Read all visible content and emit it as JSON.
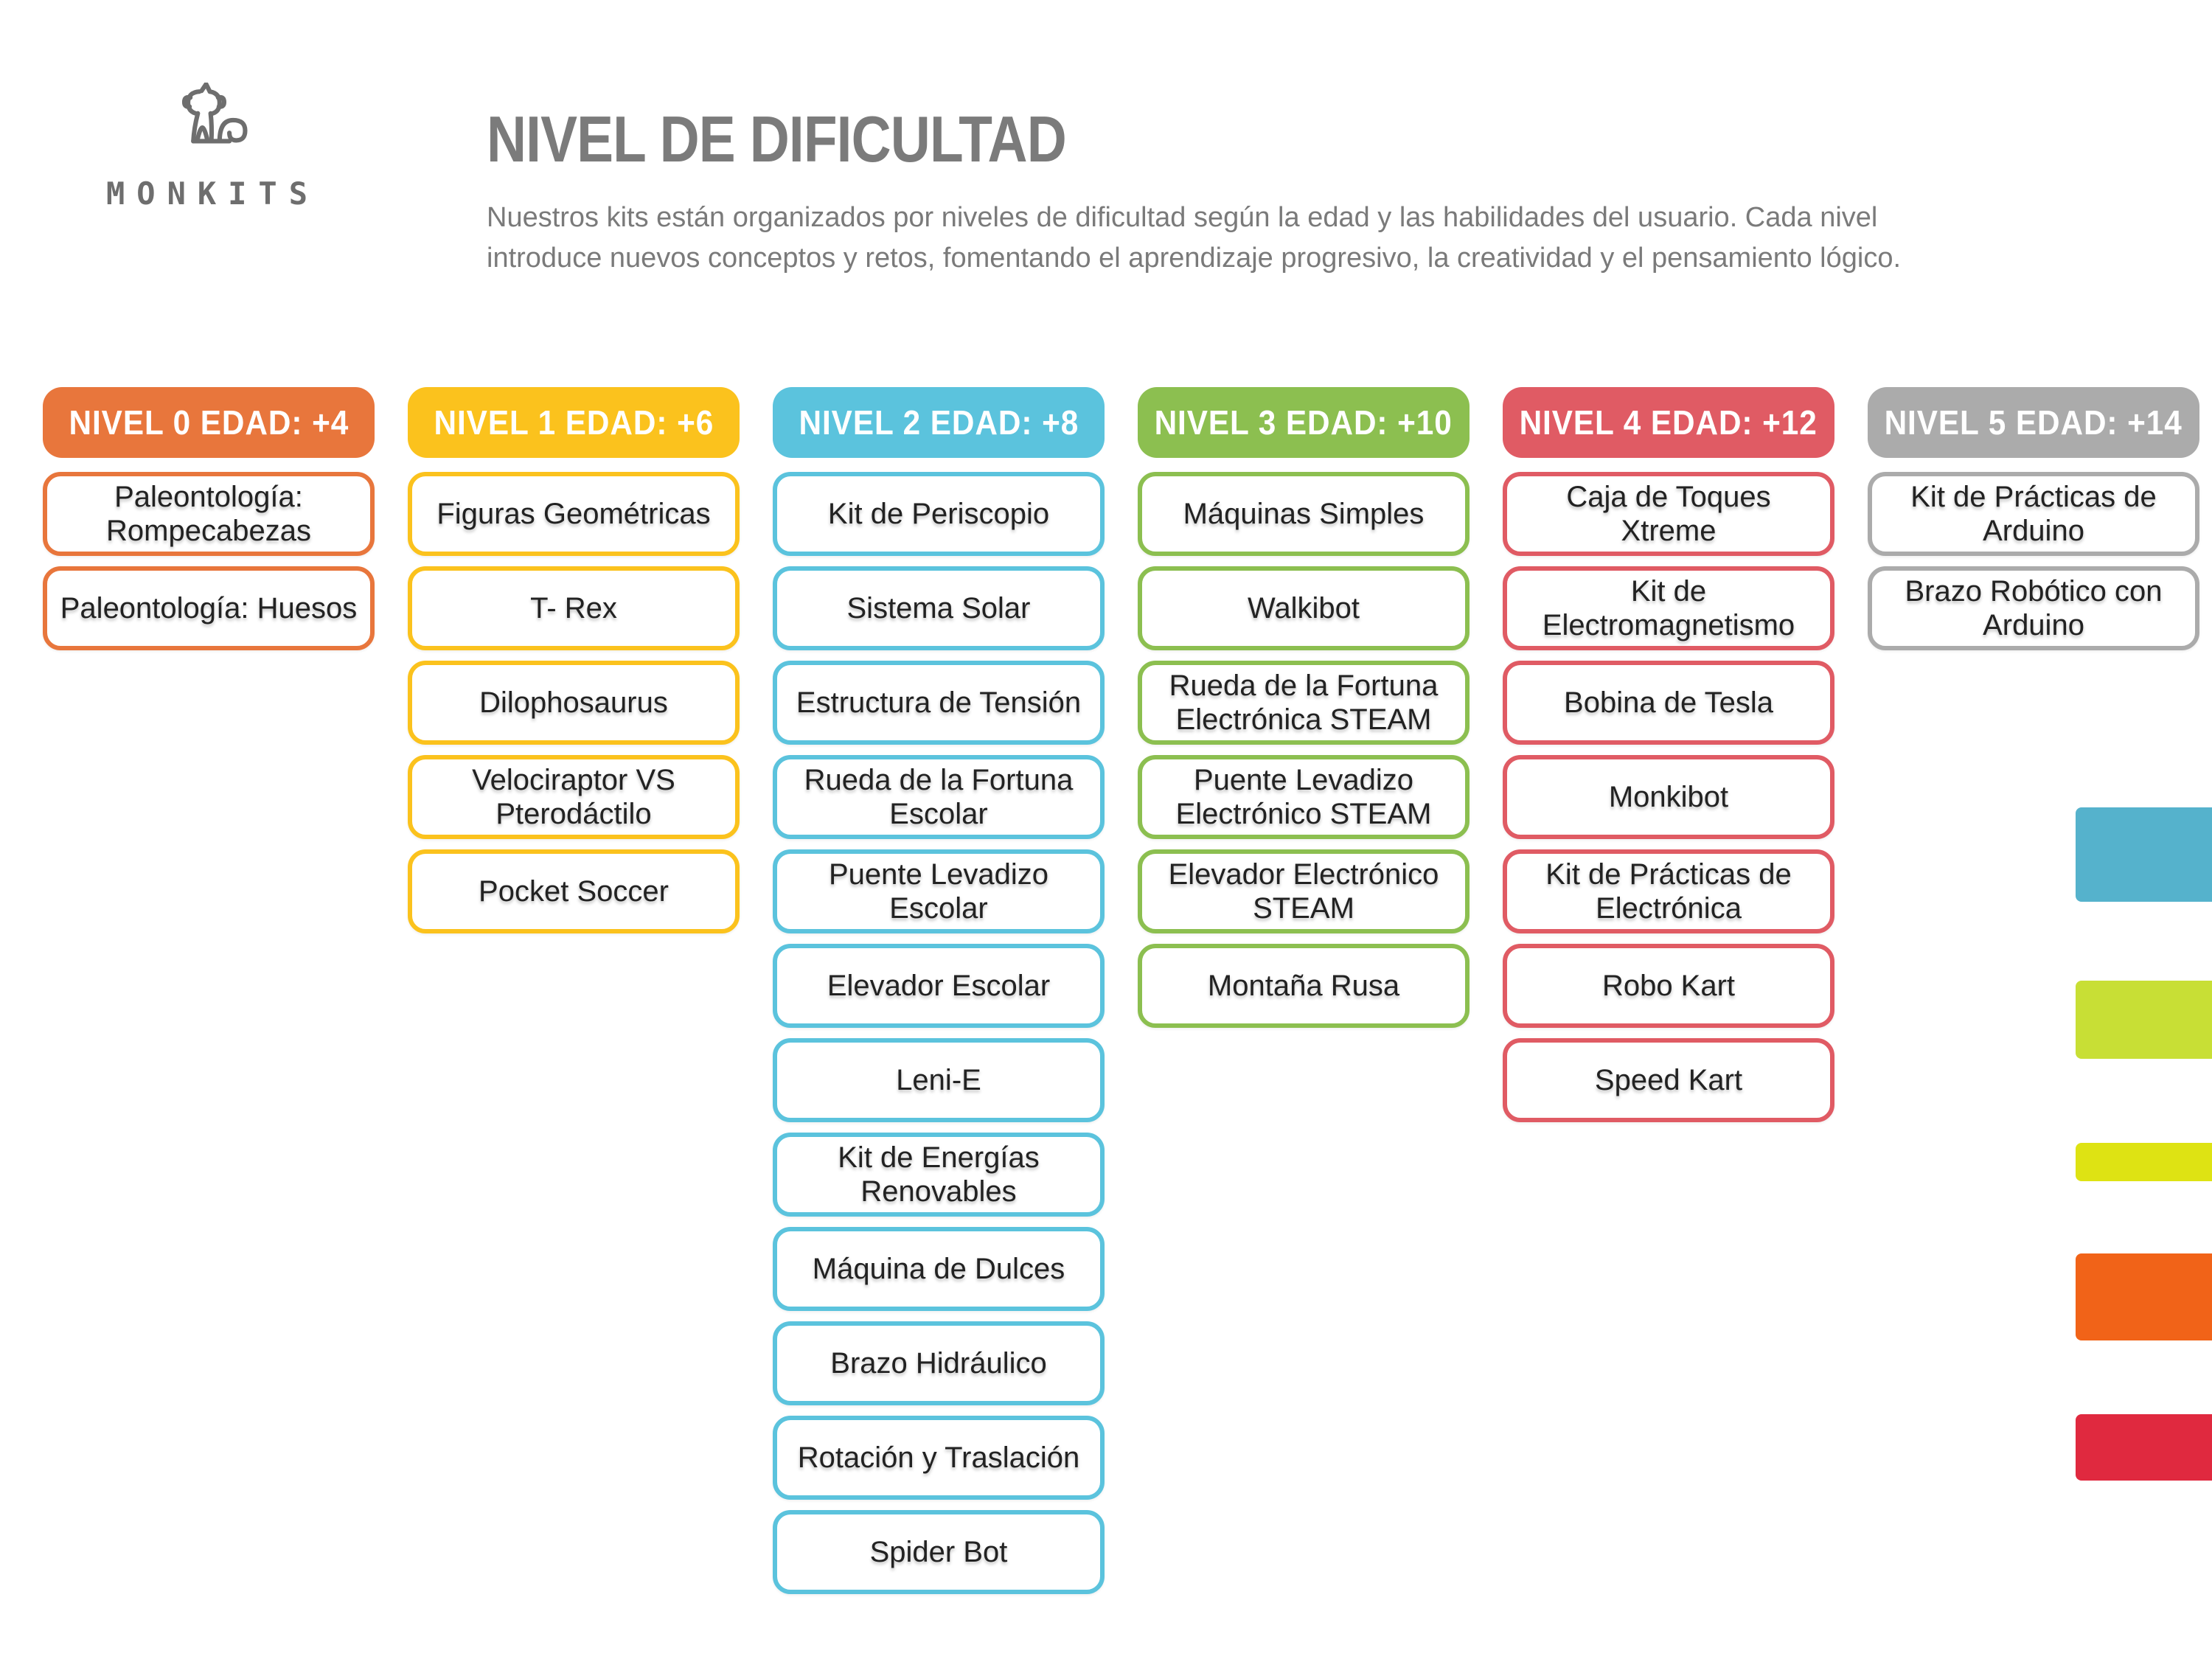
{
  "brand": {
    "wordmark": "MONKITS",
    "logo_icon": "monkey-icon",
    "color": "#6E6E6E"
  },
  "intro": {
    "title": "NIVEL DE DIFICULTAD",
    "description": "Nuestros kits están organizados por niveles de dificultad según la edad y las habilidades del usuario. Cada nivel introduce nuevos conceptos y retos, fomentando el aprendizaje progresivo, la creatividad y el pensamiento lógico."
  },
  "columns": [
    {
      "label": "NIVEL 0 EDAD: +4",
      "color": "#E8763C",
      "items": [
        "Paleontología: Rompecabezas",
        "Paleontología: Huesos"
      ]
    },
    {
      "label": "NIVEL 1 EDAD: +6",
      "color": "#FBC21D",
      "items": [
        "Figuras Geométricas",
        "T- Rex",
        "Dilophosaurus",
        "Velociraptor VS Pterodáctilo",
        "Pocket Soccer"
      ]
    },
    {
      "label": "NIVEL 2 EDAD: +8",
      "color": "#5BC3DD",
      "items": [
        "Kit de Periscopio",
        "Sistema Solar",
        "Estructura de Tensión",
        "Rueda de la Fortuna Escolar",
        "Puente Levadizo Escolar",
        "Elevador Escolar",
        "Leni-E",
        "Kit de Energías Renovables",
        "Máquina de Dulces",
        "Brazo Hidráulico",
        "Rotación y Traslación",
        "Spider Bot"
      ]
    },
    {
      "label": "NIVEL 3 EDAD: +10",
      "color": "#8CBF50",
      "items": [
        "Máquinas Simples",
        "Walkibot",
        "Rueda de la Fortuna Electrónica STEAM",
        "Puente Levadizo Electrónico STEAM",
        "Elevador Electrónico STEAM",
        "Montaña Rusa"
      ]
    },
    {
      "label": "NIVEL 4 EDAD: +12",
      "color": "#E05B64",
      "items": [
        "Caja de Toques Xtreme",
        "Kit de Electromagnetismo",
        "Bobina de Tesla",
        "Monkibot",
        "Kit de Prácticas de Electrónica",
        "Robo Kart",
        "Speed Kart"
      ]
    },
    {
      "label": "NIVEL 5 EDAD: +14",
      "color": "#ABABAB",
      "items": [
        "Kit de Prácticas de Arduino",
        "Brazo Robótico con Arduino"
      ]
    }
  ],
  "edge_tabs": [
    {
      "name": "blue-tab",
      "color": "#55B2CC"
    },
    {
      "name": "lime-tab",
      "color": "#C8DF35"
    },
    {
      "name": "yellow-tab",
      "color": "#DEE313"
    },
    {
      "name": "orange-tab",
      "color": "#F16318"
    },
    {
      "name": "red-tab",
      "color": "#E0293F"
    }
  ]
}
